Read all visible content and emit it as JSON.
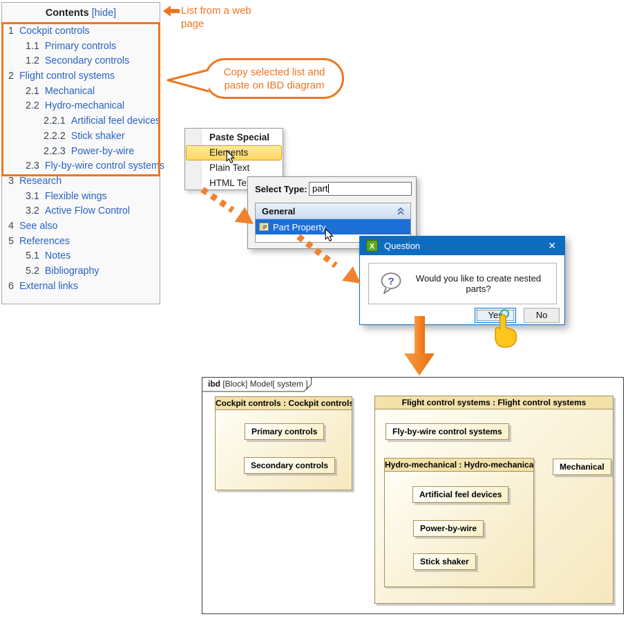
{
  "colors": {
    "accent_orange": "#ED7621",
    "selection_blue": "#1D6FD5",
    "titlebar_blue": "#0E6CC0",
    "menu_highlight": "#FFD75E",
    "block_fill": "#F6E8BE",
    "block_border": "#A3905C",
    "toc_link_blue": "#2A62C2"
  },
  "icons": {
    "close": "✕",
    "question_mark": "?",
    "part_property_letter": "P",
    "magicdraw_logo_letter": "X"
  },
  "annotations": {
    "list_from_web": "List from a web page",
    "copy_paste_note": "Copy selected list and paste on IBD diagram"
  },
  "toc": {
    "title": "Contents",
    "hide_label": "[hide]",
    "items": [
      {
        "num": "1",
        "label": "Cockpit controls"
      },
      {
        "num": "1.1",
        "label": "Primary controls"
      },
      {
        "num": "1.2",
        "label": "Secondary controls"
      },
      {
        "num": "2",
        "label": "Flight control systems"
      },
      {
        "num": "2.1",
        "label": "Mechanical"
      },
      {
        "num": "2.2",
        "label": "Hydro-mechanical"
      },
      {
        "num": "2.2.1",
        "label": "Artificial feel devices"
      },
      {
        "num": "2.2.2",
        "label": "Stick shaker"
      },
      {
        "num": "2.2.3",
        "label": "Power-by-wire"
      },
      {
        "num": "2.3",
        "label": "Fly-by-wire control systems"
      },
      {
        "num": "3",
        "label": "Research"
      },
      {
        "num": "3.1",
        "label": "Flexible wings"
      },
      {
        "num": "3.2",
        "label": "Active Flow Control"
      },
      {
        "num": "4",
        "label": "See also"
      },
      {
        "num": "5",
        "label": "References"
      },
      {
        "num": "5.1",
        "label": "Notes"
      },
      {
        "num": "5.2",
        "label": "Bibliography"
      },
      {
        "num": "6",
        "label": "External links"
      }
    ]
  },
  "paste_menu": {
    "title": "Paste Special",
    "items": [
      {
        "label": "Elements",
        "highlighted": true
      },
      {
        "label": "Plain Text"
      },
      {
        "label": "HTML Text"
      }
    ]
  },
  "select_type_dialog": {
    "label": "Select Type:",
    "input_value": "part",
    "group_header": "General",
    "items": [
      {
        "label": "Part Property",
        "selected": true,
        "icon": "part-property-icon"
      }
    ]
  },
  "question_dialog": {
    "title": "Question",
    "message": "Would you like to create nested parts?",
    "yes_label": "Yes",
    "no_label": "No"
  },
  "diagram": {
    "frame_name": "ibd",
    "frame_type": " [Block] Model[ system ]",
    "cockpit_block": {
      "title": "Cockpit controls : Cockpit controls",
      "parts": [
        "Primary controls",
        "Secondary controls"
      ]
    },
    "flight_block": {
      "title": "Flight control systems : Flight control systems",
      "fly_by_wire": "Fly-by-wire control systems",
      "mechanical": "Mechanical",
      "hydro_block": {
        "title": "Hydro-mechanical : Hydro-mechanical",
        "parts": [
          "Artificial feel devices",
          "Power-by-wire",
          "Stick shaker"
        ]
      }
    }
  }
}
